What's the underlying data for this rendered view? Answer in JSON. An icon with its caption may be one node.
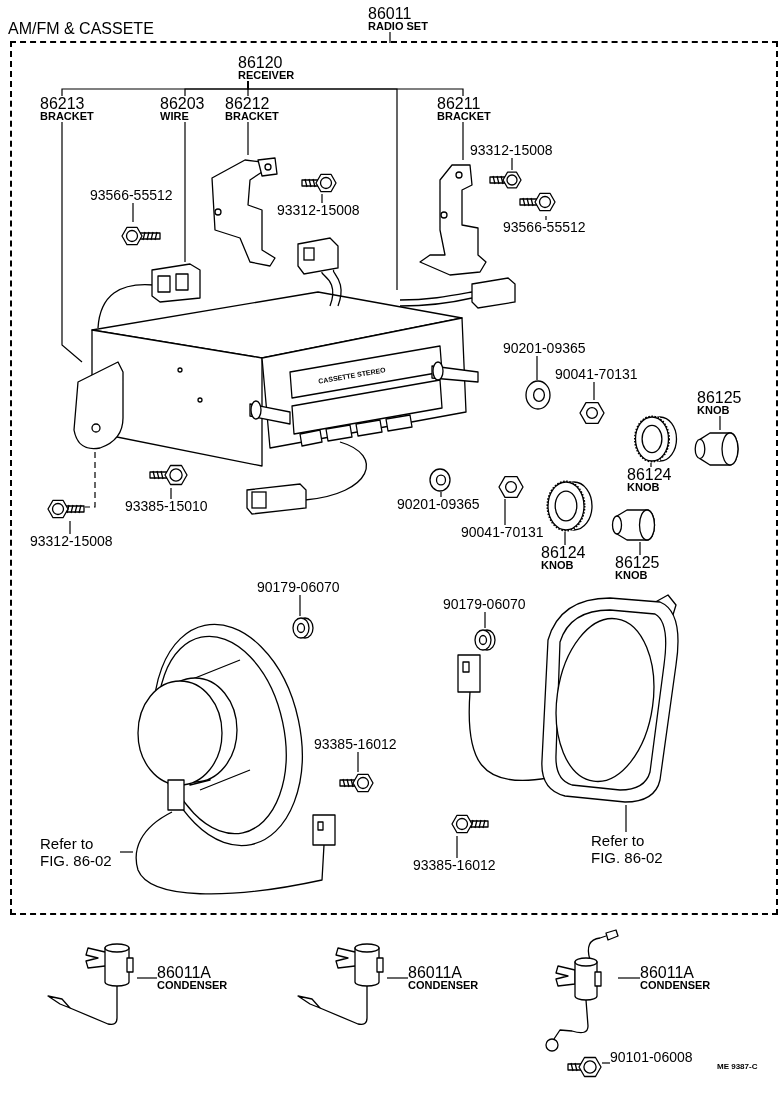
{
  "diagram": {
    "title": "AM/FM & CASSETE",
    "nodes": [
      {
        "text": [],
        "shape": "box"
      },
      {
        "text": [
          "86011",
          "RADIO SET"
        ]
      },
      {
        "text": [
          "86120",
          "RECEIVER"
        ],
        "in": 0
      },
      {
        "text": [
          "86213",
          "BRACKET"
        ],
        "in": 0
      },
      {
        "text": [
          "86203",
          "WIRE"
        ],
        "in": 0
      },
      {
        "text": [
          "86212",
          "BRACKET"
        ],
        "in": 0
      },
      {
        "text": [
          "86211",
          "BRACKET"
        ],
        "in": 0
      },
      {
        "text": [
          "93566-55512"
        ],
        "in": 0
      },
      {
        "text": [
          "93312-15008"
        ],
        "in": 0
      },
      {
        "text": [
          "93312-15008"
        ],
        "in": 0
      },
      {
        "text": [
          "93566-55512"
        ],
        "in": 0
      },
      {
        "text": [
          "90201-09365"
        ],
        "in": 0
      },
      {
        "text": [
          "90041-70131"
        ],
        "in": 0
      },
      {
        "text": [
          "86125",
          "KNOB"
        ],
        "in": 0
      },
      {
        "text": [
          "86124",
          "KNOB"
        ],
        "in": 0
      },
      {
        "text": [
          "93385-15010"
        ],
        "in": 0
      },
      {
        "text": [
          "93312-15008"
        ],
        "in": 0
      },
      {
        "text": [
          "90201-09365"
        ],
        "in": 0
      },
      {
        "text": [
          "90041-70131"
        ],
        "in": 0
      },
      {
        "text": [
          "86124",
          "KNOB"
        ],
        "in": 0
      },
      {
        "text": [
          "86125",
          "KNOB"
        ],
        "in": 0
      },
      {
        "text": [
          "90179-06070"
        ],
        "in": 0
      },
      {
        "text": [
          "90179-06070"
        ],
        "in": 0
      },
      {
        "text": [
          "93385-16012"
        ],
        "in": 0
      },
      {
        "text": [
          "Refer to FIG. 86-02"
        ],
        "in": 0
      },
      {
        "text": [
          "93385-16012"
        ],
        "in": 0
      },
      {
        "text": [
          "Refer to FIG. 86-02"
        ],
        "in": 0
      },
      {
        "text": [
          "86011A",
          "CONDENSER"
        ]
      },
      {
        "text": [
          "86011A",
          "CONDENSER"
        ]
      },
      {
        "text": [
          "86011A",
          "CONDENSER"
        ]
      },
      {
        "text": [
          "90101-06008"
        ]
      },
      {
        "text": [],
        "shape": "picture",
        "in": 0
      },
      {
        "text": [],
        "shape": "picture",
        "in": 0
      },
      {
        "text": [],
        "shape": "picture",
        "in": 0
      },
      {
        "text": [],
        "shape": "picture",
        "in": 0
      },
      {
        "text": [],
        "shape": "picture",
        "in": 0
      },
      {
        "text": [],
        "shape": "picture",
        "in": 0
      },
      {
        "text": [],
        "shape": "picture",
        "in": 0
      },
      {
        "text": [],
        "shape": "picture",
        "in": 0
      },
      {
        "text": [],
        "shape": "picture",
        "in": 0
      },
      {
        "text": [],
        "shape": "picture",
        "in": 0
      },
      {
        "text": [],
        "shape": "picture",
        "in": 0
      },
      {
        "text": [],
        "shape": "picture",
        "in": 0
      },
      {
        "text": [],
        "shape": "picture",
        "in": 0
      },
      {
        "text": [],
        "shape": "picture",
        "in": 0
      },
      {
        "text": [],
        "shape": "picture",
        "in": 0
      },
      {
        "text": [],
        "shape": "picture",
        "in": 0
      },
      {
        "text": [],
        "shape": "picture",
        "in": 0
      },
      {
        "text": [],
        "shape": "picture",
        "in": 0
      },
      {
        "text": [],
        "shape": "picture",
        "in": 0
      },
      {
        "text": [],
        "shape": "picture",
        "in": 0
      },
      {
        "text": [],
        "shape": "picture",
        "in": 0
      },
      {
        "text": [],
        "shape": "picture",
        "in": 0
      },
      {
        "text": [],
        "shape": "picture",
        "in": 0
      },
      {
        "text": [],
        "shape": "picture",
        "in": 0
      },
      {
        "text": [],
        "shape": "picture",
        "in": 0
      },
      {
        "text": [],
        "shape": "picture"
      },
      {
        "text": [],
        "shape": "picture"
      },
      {
        "text": [],
        "shape": "picture"
      },
      {
        "text": [],
        "shape": "picture"
      }
    ],
    "edges": [
      {
        "from": 1,
        "to": 0,
        "arrow": "none"
      },
      {
        "from": 2,
        "to": 3,
        "arrow": "none"
      },
      {
        "from": 2,
        "to": 4,
        "arrow": "none"
      },
      {
        "from": 2,
        "to": 5,
        "arrow": "none"
      },
      {
        "from": 2,
        "to": 6,
        "arrow": "none"
      },
      {
        "from": 2,
        "to": 31,
        "arrow": "none"
      },
      {
        "from": 3,
        "to": 32,
        "arrow": "none"
      },
      {
        "from": 4,
        "to": 33,
        "arrow": "none"
      },
      {
        "from": 5,
        "to": 34,
        "arrow": "none"
      },
      {
        "from": 6,
        "to": 37,
        "arrow": "none"
      },
      {
        "from": 7,
        "to": 36,
        "arrow": "none"
      },
      {
        "from": 8,
        "to": 35,
        "arrow": "none"
      },
      {
        "from": 9,
        "to": 38,
        "arrow": "none"
      },
      {
        "from": 10,
        "to": 39,
        "arrow": "none"
      },
      {
        "from": 11,
        "to": 40,
        "arrow": "none"
      },
      {
        "from": 12,
        "to": 41,
        "arrow": "none"
      },
      {
        "from": 13,
        "to": 43,
        "arrow": "none"
      },
      {
        "from": 14,
        "to": 42,
        "arrow": "none"
      },
      {
        "from": 15,
        "to": 44,
        "arrow": "none"
      },
      {
        "from": 16,
        "to": 45,
        "arrow": "none"
      },
      {
        "from": 17,
        "to": 46,
        "arrow": "none"
      },
      {
        "from": 18,
        "to": 47,
        "arrow": "none"
      },
      {
        "from": 19,
        "to": 48,
        "arrow": "none"
      },
      {
        "from": 20,
        "to": 49,
        "arrow": "none"
      },
      {
        "from": 21,
        "to": 50,
        "arrow": "none"
      },
      {
        "from": 22,
        "to": 51,
        "arrow": "none"
      },
      {
        "from": 23,
        "to": 53,
        "arrow": "none"
      },
      {
        "from": 24,
        "to": 52,
        "arrow": "none"
      },
      {
        "from": 25,
        "to": 55,
        "arrow": "none"
      },
      {
        "from": 26,
        "to": 54,
        "arrow": "none"
      },
      {
        "from": 27,
        "to": 56,
        "arrow": "none"
      },
      {
        "from": 28,
        "to": 57,
        "arrow": "none"
      },
      {
        "from": 29,
        "to": 58,
        "arrow": "none"
      },
      {
        "from": 30,
        "to": 59,
        "arrow": "none"
      },
      {
        "from": 32,
        "to": 45,
        "arrow": "none",
        "style": "dashed"
      }
    ],
    "labels": [
      "CASSETTE STEREO",
      "ME 9387-C"
    ]
  }
}
